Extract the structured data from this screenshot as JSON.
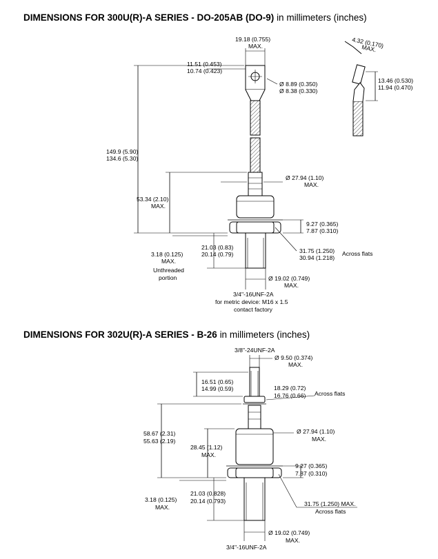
{
  "section1": {
    "title": "DIMENSIONS FOR 300U(R)-A SERIES - DO-205AB (DO-9)",
    "title_suffix": "in millimeters (inches)",
    "dims": {
      "top_width_1": "19.18 (0.755)",
      "top_width_2": "MAX.",
      "lug_width_1": "11.51 (0.453)",
      "lug_width_2": "10.74 (0.423)",
      "hole_1": "Ø 8.89 (0.350)",
      "hole_2": "Ø 8.38 (0.330)",
      "length_1": "149.9 (5.90)",
      "length_2": "134.6 (5.30)",
      "case_dia_1": "Ø 27.94 (1.10)",
      "case_dia_2": "MAX.",
      "body_h_1": "53.34 (2.10)",
      "body_h_2": "MAX.",
      "hex_h_1": "9.27 (0.365)",
      "hex_h_2": "7.87 (0.310)",
      "unthreaded_1": "3.18 (0.125)",
      "unthreaded_2": "MAX.",
      "unthreaded_3": "Unthreaded",
      "unthreaded_4": "portion",
      "stud_len_1": "21.03 (0.83)",
      "stud_len_2": "20.14 (0.79)",
      "flats_1": "31.75 (1.250)",
      "flats_2": "30.94 (1.218)",
      "flats_label": "Across flats",
      "stud_dia_1": "Ø 19.02 (0.749)",
      "stud_dia_2": "MAX.",
      "thread_1": "3/4\"-16UNF-2A",
      "thread_2": "for metric device: M16 x 1.5",
      "thread_3": "contact factory",
      "side_w_1": "4.32 (0.170)",
      "side_w_2": "MAX.",
      "side_h_1": "13.46 (0.530)",
      "side_h_2": "11.94 (0.470)"
    }
  },
  "section2": {
    "title": "DIMENSIONS FOR 302U(R)-A SERIES - B-26",
    "title_suffix": "in millimeters (inches)",
    "dims": {
      "top_thread": "3/8\"-24UNF-2A",
      "top_dia_1": "Ø 9.50 (0.374)",
      "top_dia_2": "MAX.",
      "top_stud_1": "16.51 (0.65)",
      "top_stud_2": "14.99 (0.59)",
      "nut_flats_1": "18.29 (0.72)",
      "nut_flats_2": "16.76 (0.66)",
      "nut_flats_label": "Across flats",
      "overall_1": "58.67 (2.31)",
      "overall_2": "55.63 (2.19)",
      "case_dia_1": "Ø 27.94 (1.10)",
      "case_dia_2": "MAX.",
      "body_h_1": "28.45 (1.12)",
      "body_h_2": "MAX.",
      "hex_h_1": "9.27 (0.365)",
      "hex_h_2": "7.87 (0.310)",
      "unthreaded_1": "3.18 (0.125)",
      "unthreaded_2": "MAX.",
      "stud_len_1": "21.03 (0.828)",
      "stud_len_2": "20.14 (0.793)",
      "flats_1": "31.75 (1.250) MAX.",
      "flats_label": "Across flats",
      "stud_dia_1": "Ø 19.02 (0.749)",
      "stud_dia_2": "MAX.",
      "thread_1": "3/4\"-16UNF-2A"
    }
  }
}
